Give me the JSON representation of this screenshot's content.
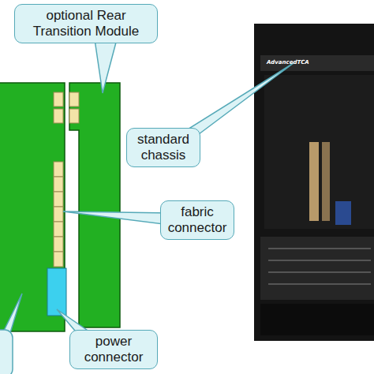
{
  "diagram": {
    "nodes": [
      {
        "text": [
          "optional Rear Transition Module"
        ]
      },
      {
        "text": [
          "standard chassis"
        ]
      },
      {
        "text": [
          "fabric connector"
        ]
      },
      {
        "text": [
          "power connector"
        ]
      }
    ],
    "labels": [
      "AdvancedTCA"
    ]
  }
}
